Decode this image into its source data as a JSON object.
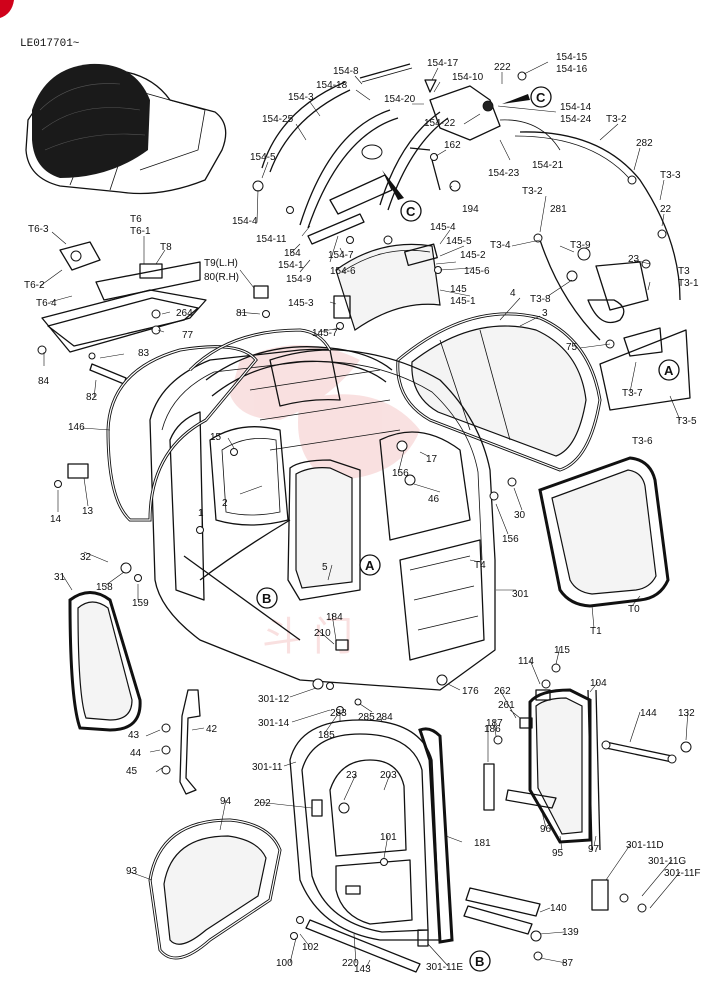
{
  "reference": "LE017701~",
  "watermark_color": "#e05a5a",
  "accent_color": "#d0021b",
  "callouts": [
    "C",
    "C",
    "A",
    "A",
    "B",
    "B"
  ],
  "labels": [
    "154-8",
    "154-17",
    "222",
    "154-15",
    "154-16",
    "154-18",
    "154-10",
    "154-3",
    "154-20",
    "154-25",
    "154-14",
    "154-24",
    "154-22",
    "T3-2",
    "282",
    "154-5",
    "162",
    "154-23",
    "154-21",
    "T3-3",
    "194",
    "T3-2",
    "281",
    "22",
    "154-4",
    "154-11",
    "145-4",
    "154",
    "154-1",
    "145-5",
    "T3-4",
    "T3-9",
    "154-9",
    "154-7",
    "145-2",
    "23",
    "T3",
    "154-6",
    "145-6",
    "T3-1",
    "T6-3",
    "T6",
    "T6-1",
    "T8",
    "T9(L.H)",
    "80(R.H)",
    "T3-8",
    "145-3",
    "145",
    "145-1",
    "4",
    "3",
    "T6-2",
    "264",
    "81",
    "T6-4",
    "145-7",
    "77",
    "75",
    "T3-7",
    "T3-5",
    "84",
    "83",
    "82",
    "T3-6",
    "146",
    "15",
    "17",
    "156",
    "46",
    "2",
    "14",
    "13",
    "30",
    "1",
    "156",
    "T4",
    "32",
    "158",
    "5",
    "31",
    "159",
    "301",
    "T0",
    "T1",
    "184",
    "210",
    "301-12",
    "176",
    "115",
    "114",
    "301-14",
    "285",
    "283",
    "284",
    "262",
    "104",
    "261",
    "43",
    "144",
    "132",
    "42",
    "185",
    "186",
    "187",
    "44",
    "45",
    "301-11",
    "23",
    "203",
    "94",
    "202",
    "181",
    "96",
    "95",
    "97",
    "301-11D",
    "101",
    "301-11G",
    "301-11F",
    "93",
    "140",
    "139",
    "100",
    "102",
    "220",
    "143",
    "301-11E",
    "87"
  ]
}
